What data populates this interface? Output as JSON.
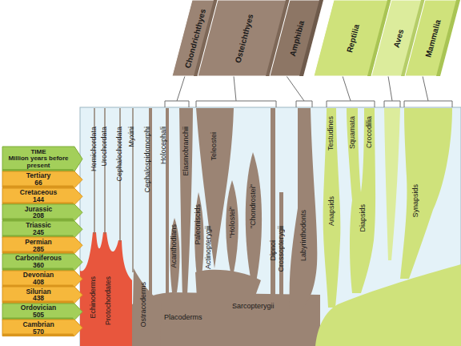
{
  "diagram": {
    "nodes": [
      {
        "text": [
          "TIME",
          "Million years before present"
        ]
      },
      {
        "text": [
          "Tertiary",
          "66"
        ]
      },
      {
        "text": [
          "Cretaceous",
          "144"
        ]
      },
      {
        "text": [
          "Jurassic",
          "208"
        ]
      },
      {
        "text": [
          "Triassic",
          "245"
        ]
      },
      {
        "text": [
          "Permian",
          "285"
        ]
      },
      {
        "text": [
          "Carboniferous",
          "360"
        ]
      },
      {
        "text": [
          "Devonian",
          "408"
        ]
      },
      {
        "text": [
          "Silurian",
          "438"
        ]
      },
      {
        "text": [
          "Ordovician",
          "505"
        ]
      },
      {
        "text": [
          "Cambrian",
          "570"
        ]
      },
      {
        "text": [
          "Chondrichthyes"
        ]
      },
      {
        "text": [
          "Osteichthyes"
        ]
      },
      {
        "text": [
          "Amphibia"
        ]
      },
      {
        "text": [
          "Reptilia"
        ]
      },
      {
        "text": [
          "Aves"
        ]
      },
      {
        "text": [
          "Mammalia"
        ]
      }
    ],
    "labels": [
      "Hemichordata",
      "Urochordata",
      "Cephalochordata",
      "Myxini",
      "Cephalospidomorphi",
      "Holocephali",
      "Elasmobranchii",
      "Teleostei",
      "Paleoniscids",
      "\"Holostei\"",
      "Acanthodians",
      "Actinopterygii",
      "\"Chondrostei\"",
      "Dipnoi",
      "Crossopterygii",
      "Labyrinthodonts",
      "Testudines",
      "Squamata",
      "Crocodilia",
      "Anapsids",
      "Diapsids",
      "Synapsids",
      "Placoderms",
      "Sarcopterygii",
      "Echinoderms",
      "Protochordates",
      "Ostracoderms"
    ]
  }
}
